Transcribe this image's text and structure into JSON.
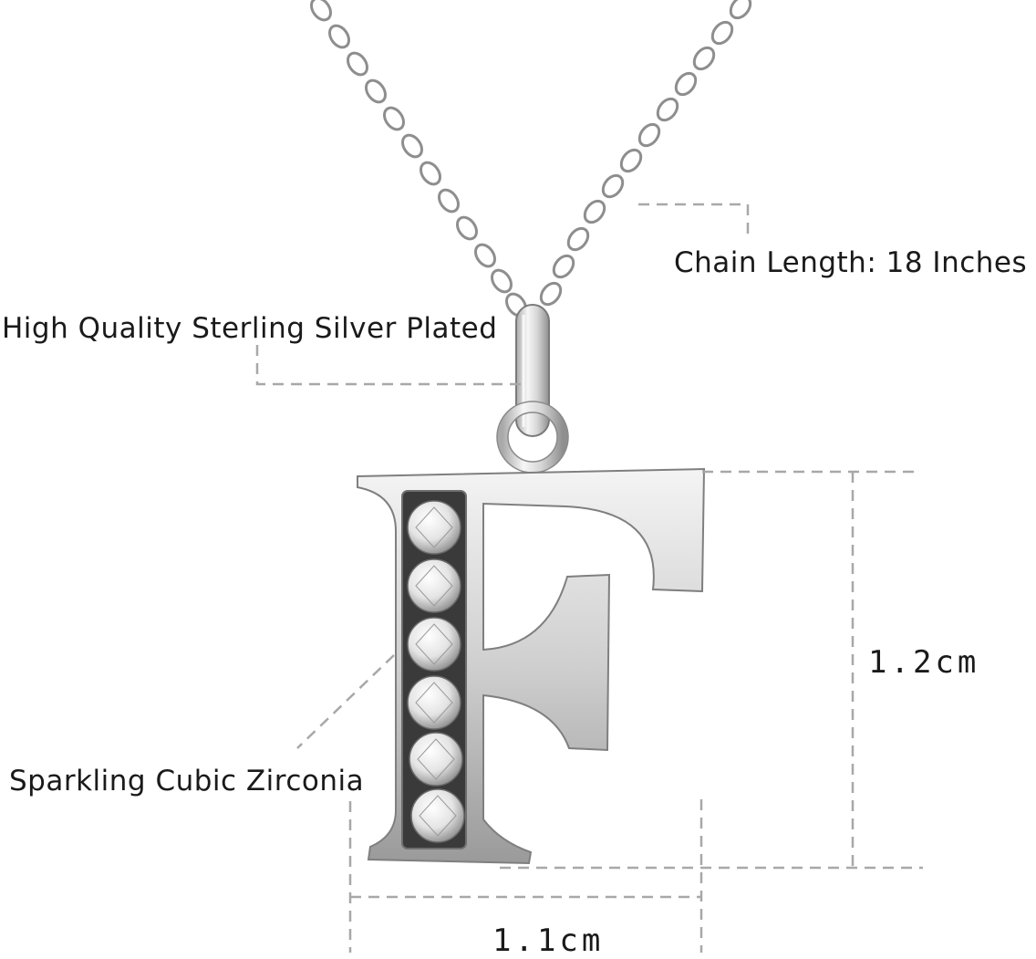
{
  "product": {
    "letter": "F",
    "stone_count": 6
  },
  "callouts": {
    "chain_length": "Chain Length: 18 Inches",
    "material": "High Quality Sterling Silver Plated",
    "stones": "Sparkling Cubic Zirconia"
  },
  "dimensions": {
    "height": "1.2cm",
    "width": "1.1cm"
  },
  "colors": {
    "background": "#ffffff",
    "silver": "#d9d9d9",
    "guide_lines": "#a8a8a8",
    "text": "#1a1a1a"
  }
}
